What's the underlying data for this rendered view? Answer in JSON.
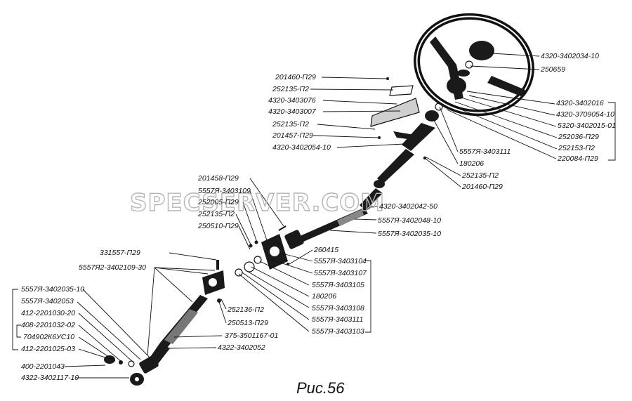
{
  "watermark": "SPECSERVER.COM",
  "caption": "Рис.56",
  "parts": [
    {
      "id": "p1",
      "text": "4320-3402034-10"
    },
    {
      "id": "p2",
      "text": "250659"
    },
    {
      "id": "p3",
      "text": "4320-3402016"
    },
    {
      "id": "p4",
      "text": "4320-3709054-10"
    },
    {
      "id": "p5",
      "text": "5320-3402015-01"
    },
    {
      "id": "p6",
      "text": "252036-П29"
    },
    {
      "id": "p7",
      "text": "252153-П2"
    },
    {
      "id": "p8",
      "text": "220084-П29"
    },
    {
      "id": "p9",
      "text": "5557Я-3403111"
    },
    {
      "id": "p10",
      "text": "180206"
    },
    {
      "id": "p11",
      "text": "252135-П2"
    },
    {
      "id": "p12",
      "text": "201460-П29"
    },
    {
      "id": "p13",
      "text": "201460-П29"
    },
    {
      "id": "p14",
      "text": "252135-П2"
    },
    {
      "id": "p15",
      "text": "4320-3403076"
    },
    {
      "id": "p16",
      "text": "4320-3403007"
    },
    {
      "id": "p17",
      "text": "252135-П2"
    },
    {
      "id": "p18",
      "text": "201457-П29"
    },
    {
      "id": "p19",
      "text": "4320-3402054-10"
    },
    {
      "id": "p20",
      "text": "201458-П29"
    },
    {
      "id": "p21",
      "text": "5557Я-3403109"
    },
    {
      "id": "p22",
      "text": "252005-П29"
    },
    {
      "id": "p23",
      "text": "252135-П2"
    },
    {
      "id": "p24",
      "text": "250510-П29"
    },
    {
      "id": "p25",
      "text": "4320-3402042-50"
    },
    {
      "id": "p26",
      "text": "5557Я-3402048-10"
    },
    {
      "id": "p27",
      "text": "5557Я-3402035-10"
    },
    {
      "id": "p28",
      "text": "331557-П29"
    },
    {
      "id": "p29",
      "text": "5557Я2-3402109-30"
    },
    {
      "id": "p30",
      "text": "260415"
    },
    {
      "id": "p31",
      "text": "5557Я-3403104"
    },
    {
      "id": "p32",
      "text": "5557Я-3403107"
    },
    {
      "id": "p33",
      "text": "5557Я-3403105"
    },
    {
      "id": "p34",
      "text": "180206"
    },
    {
      "id": "p35",
      "text": "5557Я-3403108"
    },
    {
      "id": "p36",
      "text": "5557Я-3403111"
    },
    {
      "id": "p37",
      "text": "5557Я-3403103"
    },
    {
      "id": "p38",
      "text": "252136-П2"
    },
    {
      "id": "p39",
      "text": "250513-П29"
    },
    {
      "id": "p40",
      "text": "375-3501167-01"
    },
    {
      "id": "p41",
      "text": "4322-3402052"
    },
    {
      "id": "p42",
      "text": "5557Я-3402035-10"
    },
    {
      "id": "p43",
      "text": "5557Я-3402053"
    },
    {
      "id": "p44",
      "text": "412-2201030-20"
    },
    {
      "id": "p45",
      "text": "408-2201032-02"
    },
    {
      "id": "p46",
      "text": "704902К6УС10"
    },
    {
      "id": "p47",
      "text": "412-2201025-03"
    },
    {
      "id": "p48",
      "text": "400-2201043"
    },
    {
      "id": "p49",
      "text": "4322-3402117-10"
    }
  ]
}
